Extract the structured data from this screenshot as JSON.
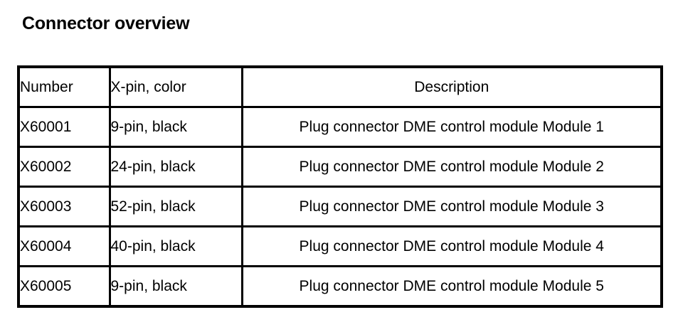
{
  "document": {
    "title": "Connector overview"
  },
  "table": {
    "columns": [
      {
        "key": "number",
        "label": "Number",
        "align": "left"
      },
      {
        "key": "xpin",
        "label": "X-pin, color",
        "align": "left"
      },
      {
        "key": "description",
        "label": "Description",
        "align": "center"
      }
    ],
    "headers": {
      "number": "Number",
      "xpin": "X-pin, color",
      "description": "Description"
    },
    "rows": [
      {
        "number": "X60001",
        "xpin": "9-pin, black",
        "description": "Plug connector DME control module Module 1"
      },
      {
        "number": "X60002",
        "xpin": "24-pin, black",
        "description": "Plug connector DME control module Module 2"
      },
      {
        "number": "X60003",
        "xpin": "52-pin, black",
        "description": "Plug connector DME control module Module 3"
      },
      {
        "number": "X60004",
        "xpin": "40-pin, black",
        "description": "Plug connector DME control module Module 4"
      },
      {
        "number": "X60005",
        "xpin": "9-pin, black",
        "description": "Plug connector DME control module Module 5"
      }
    ]
  },
  "style": {
    "border_color": "#000000",
    "text_color": "#000000",
    "background": "#ffffff"
  }
}
